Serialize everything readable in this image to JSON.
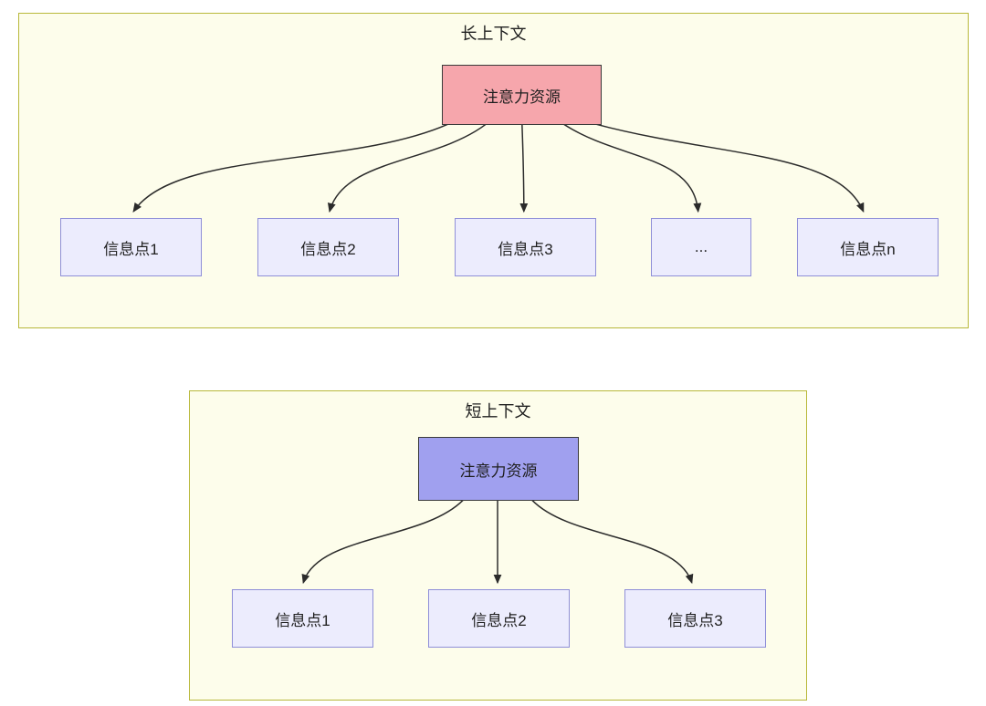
{
  "panels": [
    {
      "title": "长上下文",
      "root_label": "注意力资源",
      "children": [
        "信息点1",
        "信息点2",
        "信息点3",
        "...",
        "信息点n"
      ]
    },
    {
      "title": "短上下文",
      "root_label": "注意力资源",
      "children": [
        "信息点1",
        "信息点2",
        "信息点3"
      ]
    }
  ],
  "colors": {
    "panel_background": "#fdfdeb",
    "panel_border": "#b8b83a",
    "long_root_fill": "#f6a6ac",
    "short_root_fill": "#a0a0ef",
    "node_fill": "#ececfd",
    "node_border": "#8f8fd8",
    "root_border": "#3a3a3a",
    "arrow_color": "#2b2b2b"
  }
}
